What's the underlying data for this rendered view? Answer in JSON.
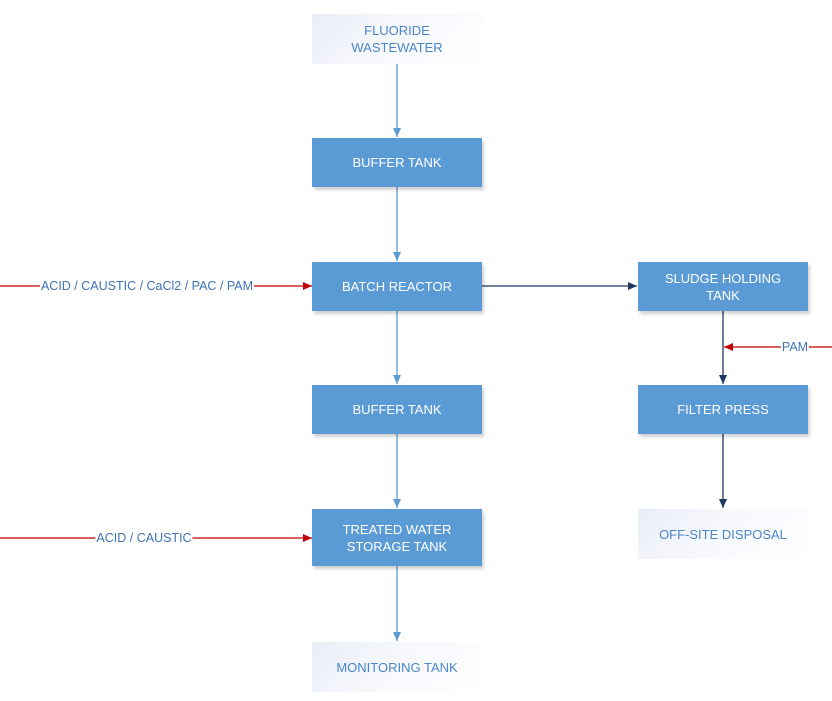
{
  "nodes": {
    "fluoride_wastewater": "FLUORIDE\nWASTEWATER",
    "buffer_tank_1": "BUFFER TANK",
    "batch_reactor": "BATCH REACTOR",
    "buffer_tank_2": "BUFFER TANK",
    "treated_water_storage": "TREATED WATER\nSTORAGE TANK",
    "monitoring_tank": "MONITORING TANK",
    "sludge_holding_tank": "SLUDGE HOLDING\nTANK",
    "filter_press": "FILTER PRESS",
    "offsite_disposal": "OFF-SITE DISPOSAL"
  },
  "edge_labels": {
    "chem_batch": "ACID / CAUSTIC / CaCl2 / PAC / PAM",
    "chem_treated": "ACID / CAUSTIC",
    "chem_filter": "PAM"
  },
  "colors": {
    "process_box": "#5b9bd5",
    "terminal_text": "#4a86c8",
    "main_flow": "#5b9bd5",
    "sludge_flow": "#1f3864",
    "chemical_dosing": "#c00000"
  }
}
